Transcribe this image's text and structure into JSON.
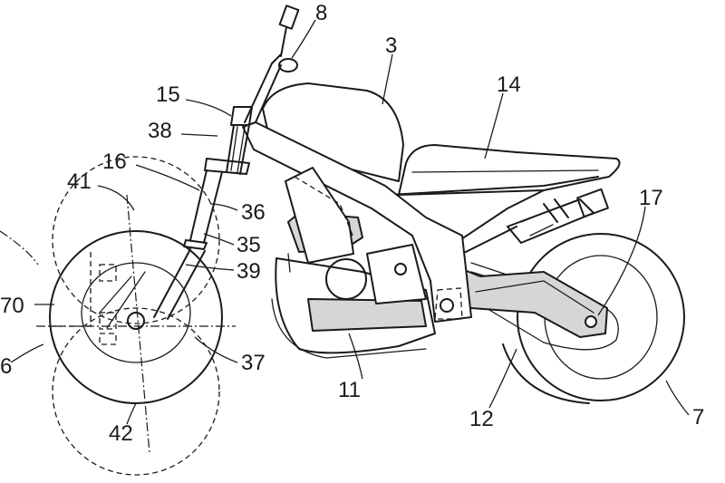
{
  "labels": {
    "l3": "3",
    "l7": "7",
    "l8": "8",
    "l11": "11",
    "l12": "12",
    "l14": "14",
    "l15": "15",
    "l16": "16",
    "l17": "17",
    "l35": "35",
    "l36": "36",
    "l37": "37",
    "l38": "38",
    "l39": "39",
    "l41": "41",
    "l42": "42",
    "l70": "70",
    "l6": "6"
  }
}
